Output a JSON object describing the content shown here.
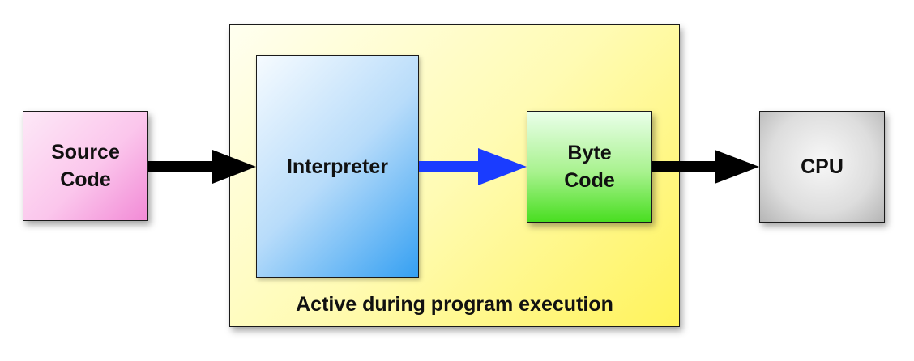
{
  "nodes": {
    "source_code": {
      "lines": [
        "Source",
        "Code"
      ]
    },
    "interpreter": {
      "label": "Interpreter"
    },
    "byte_code": {
      "lines": [
        "Byte",
        "Code"
      ]
    },
    "cpu": {
      "label": "CPU"
    },
    "execution_container": {
      "label": "Active during program execution"
    }
  },
  "colors": {
    "black_arrow": "#000000",
    "blue_arrow": "#1a3cff",
    "source_fill": "#fbc6ec",
    "container_fill": "#fff35a",
    "interpreter_fill": "#35a0f2",
    "bytecode_fill": "#49de21",
    "cpu_fill": "#dddddd"
  }
}
